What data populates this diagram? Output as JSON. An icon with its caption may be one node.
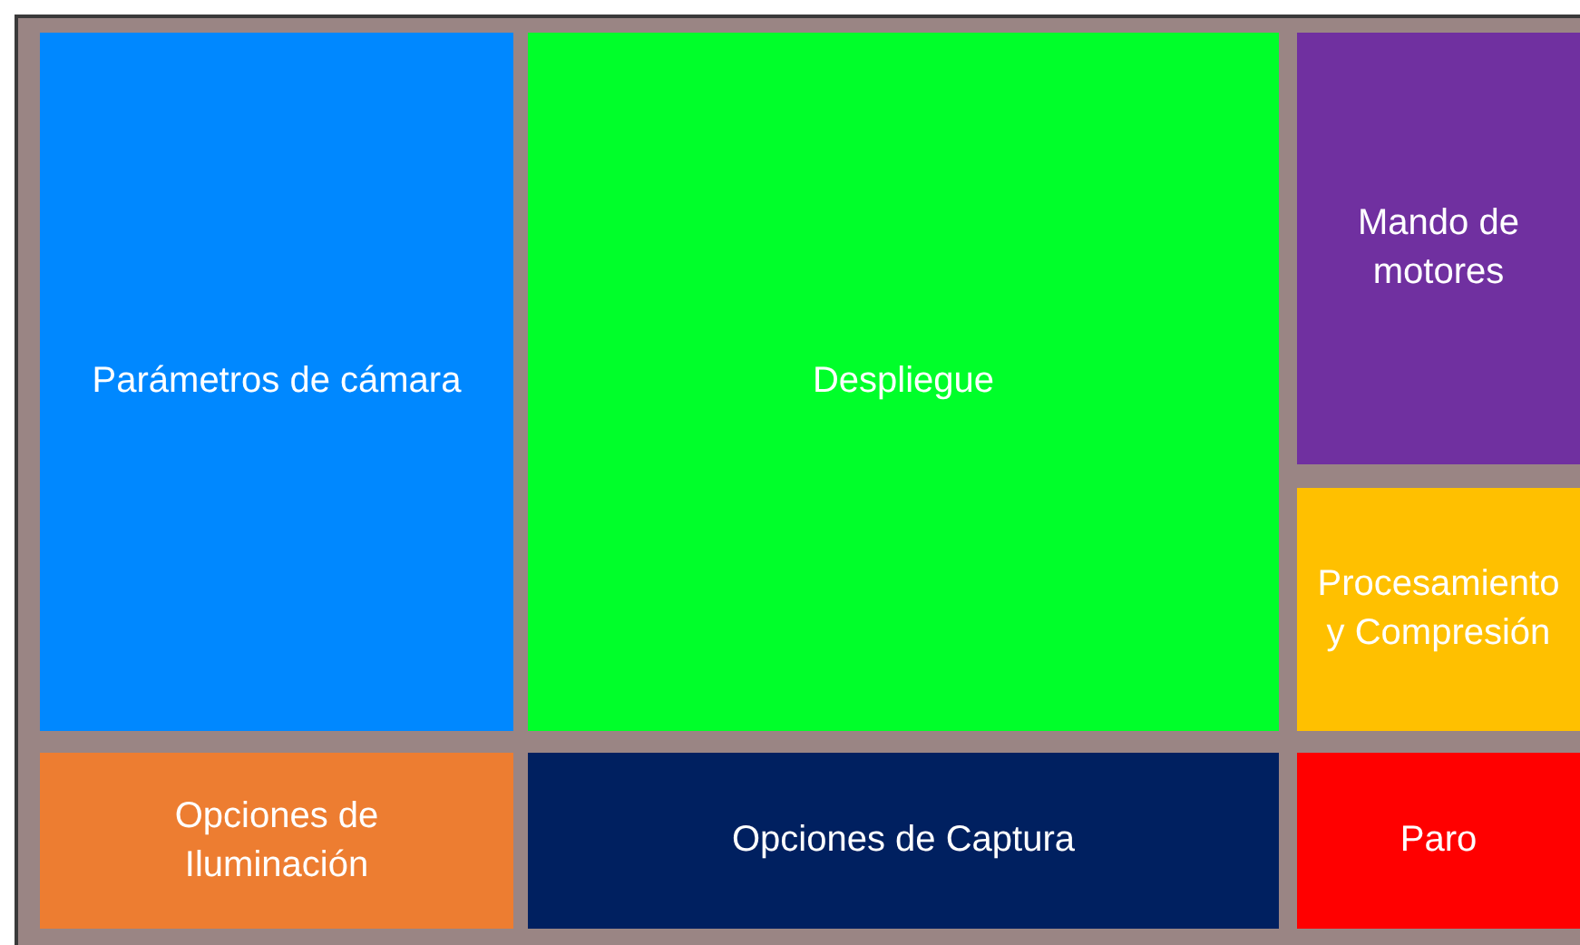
{
  "diagram": {
    "nodes": [
      {
        "text": [
          "Parámetros de cámara"
        ]
      },
      {
        "text": [
          "Despliegue"
        ]
      },
      {
        "text": [
          "Mando de motores"
        ]
      },
      {
        "text": [
          "Procesamiento y Compresión"
        ]
      },
      {
        "text": [
          "Opciones de Iluminación"
        ]
      },
      {
        "text": [
          "Opciones de Captura"
        ]
      },
      {
        "text": [
          "Paro"
        ]
      }
    ]
  }
}
